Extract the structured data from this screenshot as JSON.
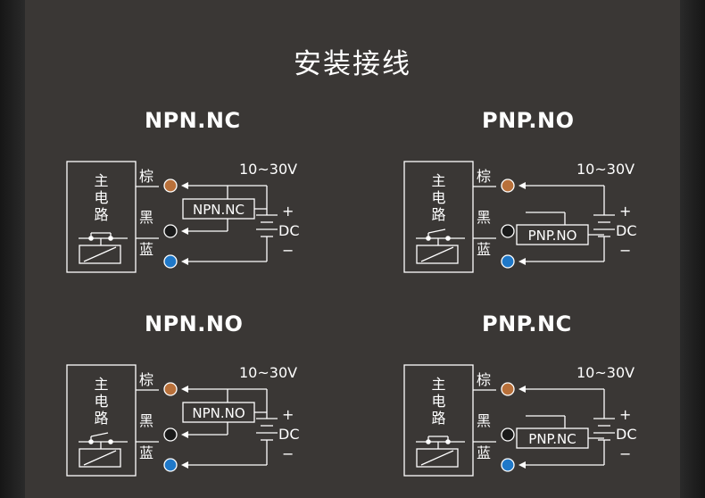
{
  "title": "安装接线",
  "diagrams": [
    {
      "label": "NPN.NC",
      "module": "NPN.NC",
      "type": "npn",
      "switch": "nc"
    },
    {
      "label": "PNP.NO",
      "module": "PNP.NO",
      "type": "pnp",
      "switch": "no"
    },
    {
      "label": "NPN.NO",
      "module": "NPN.NO",
      "type": "npn",
      "switch": "no"
    },
    {
      "label": "PNP.NC",
      "module": "PNP.NC",
      "type": "pnp",
      "switch": "nc"
    }
  ],
  "labels": {
    "main_circuit": [
      "主",
      "电",
      "路"
    ],
    "wire_brown": "棕",
    "wire_black": "黑",
    "wire_blue": "蓝",
    "voltage": "10~30V",
    "plus": "+",
    "dc": "DC",
    "minus": "−"
  },
  "colors": {
    "background": "#3a3735",
    "line": "#ffffff",
    "brown_terminal": "#b8703a",
    "black_terminal": "#1a1a1a",
    "blue_terminal": "#1f78c8"
  }
}
